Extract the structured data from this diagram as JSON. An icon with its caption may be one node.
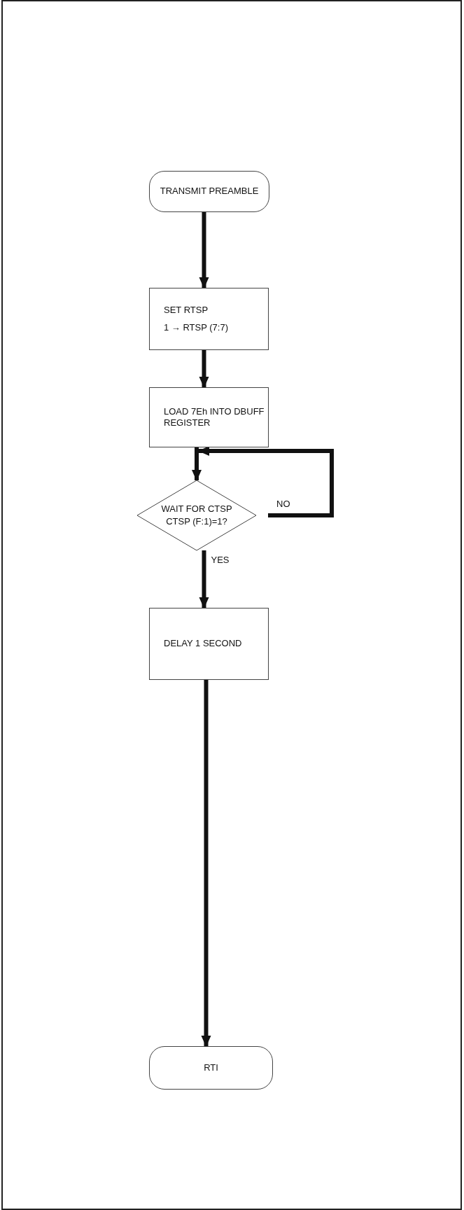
{
  "diagram": {
    "nodes": [
      {
        "text": [
          "TRANSMIT PREAMBLE"
        ]
      },
      {
        "text": [
          "SET RTSP",
          "1 → RTSP (7:7)"
        ]
      },
      {
        "text": [
          "LOAD 7Eh INTO DBUFF REGISTER"
        ]
      },
      {
        "text": [
          "WAIT FOR CTSP",
          "CTSP (F:1)=1?"
        ]
      },
      {
        "text": [
          "DELAY 1 SECOND"
        ]
      },
      {
        "text": [
          "RTI"
        ]
      }
    ],
    "edges": [
      {
        "from": 0,
        "to": 1,
        "arrow": "to"
      },
      {
        "from": 1,
        "to": 2,
        "arrow": "to"
      },
      {
        "from": 2,
        "to": 3,
        "arrow": "to"
      },
      {
        "from": 3,
        "to": 3,
        "arrow": "to",
        "label": "NO"
      },
      {
        "from": 3,
        "to": 4,
        "arrow": "to",
        "label": "YES"
      },
      {
        "from": 4,
        "to": 5,
        "arrow": "to"
      }
    ]
  }
}
